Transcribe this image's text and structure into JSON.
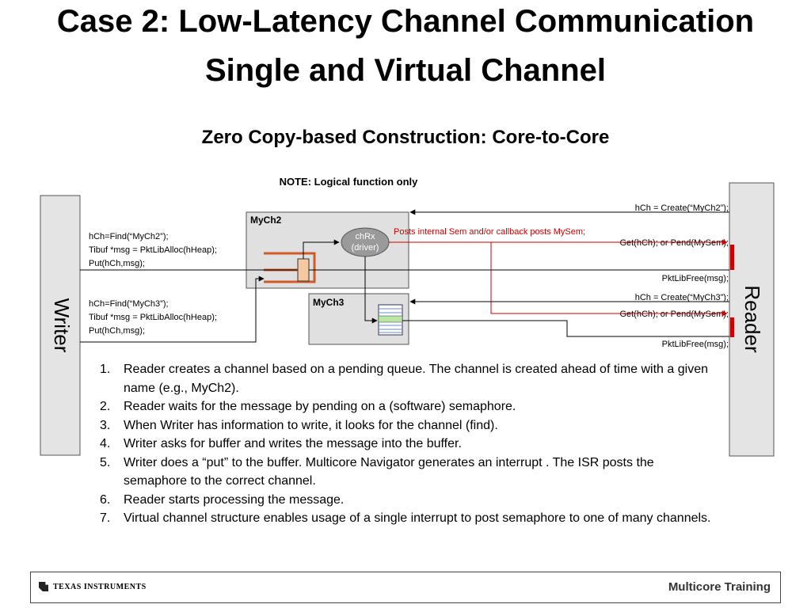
{
  "title_line1": "Case 2: Low-Latency Channel Communication",
  "title_line2": "Single and Virtual Channel",
  "subtitle": "Zero Copy-based Construction: Core-to-Core",
  "diagram": {
    "note": "NOTE: Logical function only",
    "writer_label": "Writer",
    "reader_label": "Reader",
    "mych2_label": "MyCh2",
    "mych3_label": "MyCh3",
    "chrx_line1": "chRx",
    "chrx_line2": "(driver)",
    "writer_code1": [
      "hCh=Find(“MyCh2”);",
      "Tibuf *msg = PktLibAlloc(hHeap);",
      "Put(hCh,msg);"
    ],
    "writer_code2": [
      "hCh=Find(“MyCh3”);",
      "Tibuf *msg = PktLibAlloc(hHeap);",
      "Put(hCh,msg);"
    ],
    "reader_create2": "hCh = Create(“MyCh2”);",
    "reader_get1": "Get(hCh); or Pend(MySem);",
    "reader_free1": "PktLibFree(msg);",
    "reader_create3": "hCh = Create(“MyCh3”);",
    "reader_get2": "Get(hCh); or Pend(MySem);",
    "reader_free2": "PktLibFree(msg);",
    "posts_note": "Posts internal Sem and/or callback posts MySem;"
  },
  "steps": [
    {
      "num": "1.",
      "text": "Reader creates a channel based on a pending queue.  The channel is created ahead of time with a given name (e.g., MyCh2)."
    },
    {
      "num": "2.",
      "text": "Reader waits for the message by pending on a (software) semaphore."
    },
    {
      "num": "3.",
      "text": "When Writer has information to write, it looks for the channel (find)."
    },
    {
      "num": "4.",
      "text": "Writer asks for buffer and writes the message into the buffer."
    },
    {
      "num": "5.",
      "text": "Writer does a “put” to the buffer. Multicore Navigator generates an interrupt . The ISR posts the semaphore to the correct channel."
    },
    {
      "num": "6.",
      "text": "Reader starts processing the message."
    },
    {
      "num": "7.",
      "text": "Virtual channel structure enables usage of a single interrupt to post semaphore to one of many channels."
    }
  ],
  "footer": {
    "logo_text": "TEXAS INSTRUMENTS",
    "right_text": "Multicore Training"
  },
  "colors": {
    "accent_red": "#cc0000",
    "channel_orange": "#d05a28",
    "panel_gray": "#e4e4e4",
    "box_gray": "#e0e0e0"
  }
}
